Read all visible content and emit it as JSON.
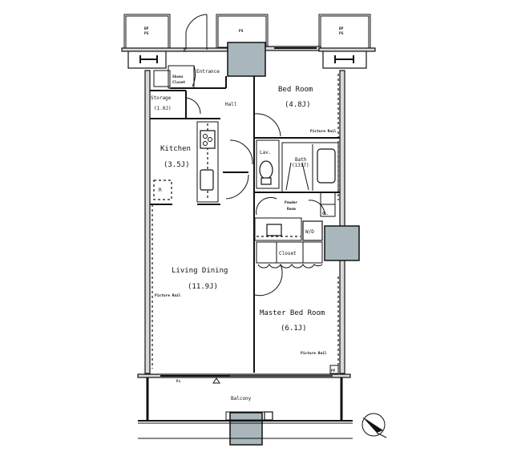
{
  "plan": {
    "rooms": {
      "entrance": "Entrance",
      "shoes_closet_1": "Shoes",
      "shoes_closet_2": "Closet",
      "storage_name": "Storage",
      "storage_size": "(1.0J)",
      "hall": "Hall",
      "bedroom_name": "Bed Room",
      "bedroom_size": "(4.8J)",
      "kitchen_name": "Kitchen",
      "kitchen_size": "(3.5J)",
      "lav": "Lav.",
      "bath_name": "Bath",
      "bath_size": "(1317)",
      "powder_1": "Powder",
      "powder_2": "Room",
      "cl": "Cl.",
      "wd": "W/D",
      "closet": "Closet",
      "living_name": "Living Dining",
      "living_size": "(11.9J)",
      "master_name": "Master Bed Room",
      "master_size": "(6.1J)",
      "balcony": "Balcony"
    },
    "annotations": {
      "ps_left_1": "BP",
      "ps_left_2": "PS",
      "ps_center": "PS",
      "ps_right_1": "BP",
      "ps_right_2": "PS",
      "picture_rail_bed": "Picture Rail",
      "picture_rail_living": "Picture Rail",
      "picture_rail_master": "Picture Rail",
      "pf": "PF",
      "fc": "Fc",
      "refrigerator": "R"
    },
    "compass": {
      "icon": "north-arrow-icon"
    },
    "colors": {
      "pillar": "#a9b7bd",
      "wall": "#111111",
      "outer_wall": "#d9d9d9"
    }
  }
}
